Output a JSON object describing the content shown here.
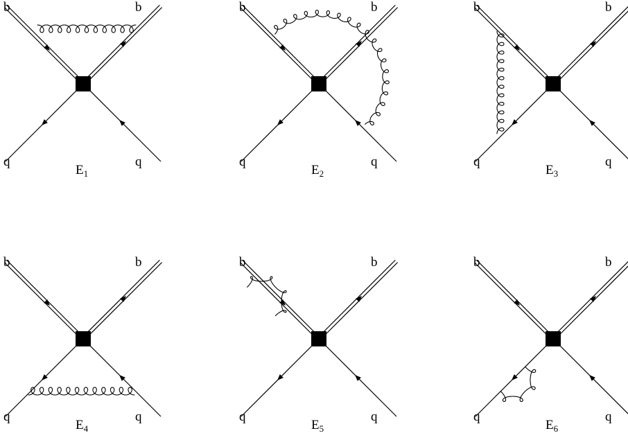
{
  "diagrams": [
    {
      "caption": {
        "base": "E",
        "sub": "1"
      },
      "tl": "b",
      "tr": "b",
      "bl": "q",
      "br": "q",
      "gluon": "bb-top"
    },
    {
      "caption": {
        "base": "E",
        "sub": "2"
      },
      "tl": "b",
      "tr": "b",
      "bl": "q",
      "br": "q",
      "gluon": "b-to-q-arc"
    },
    {
      "caption": {
        "base": "E",
        "sub": "3"
      },
      "tl": "b",
      "tr": "b",
      "bl": "q",
      "br": "q",
      "gluon": "left-vertical"
    },
    {
      "caption": {
        "base": "E",
        "sub": "4"
      },
      "tl": "b",
      "tr": "b",
      "bl": "q",
      "br": "q",
      "gluon": "qq-bottom"
    },
    {
      "caption": {
        "base": "E",
        "sub": "5"
      },
      "tl": "b",
      "tr": "b",
      "bl": "q",
      "br": "q",
      "gluon": "b-self-energy"
    },
    {
      "caption": {
        "base": "E",
        "sub": "6"
      },
      "tl": "b",
      "tr": "b",
      "bl": "q",
      "br": "q",
      "gluon": "q-self-energy"
    }
  ],
  "vertex_color": "#000000",
  "line_color": "#000000"
}
